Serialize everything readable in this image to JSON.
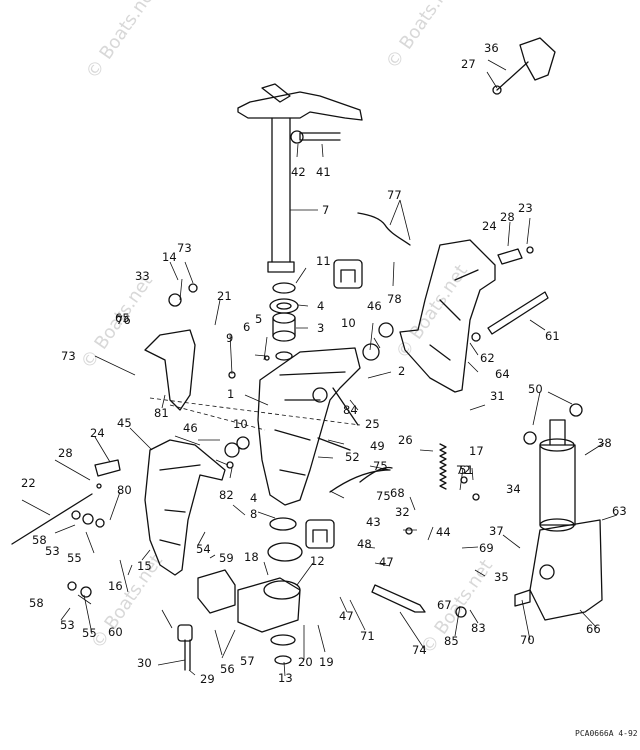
{
  "watermark": "© Boats.net",
  "drawing_code": "PCA0666A  4-92",
  "labels": [
    "1",
    "2",
    "3",
    "4",
    "4",
    "5",
    "6",
    "7",
    "8",
    "9",
    "10",
    "10",
    "11",
    "12",
    "13",
    "14",
    "15",
    "16",
    "17",
    "18",
    "19",
    "20",
    "21",
    "22",
    "23",
    "24",
    "24",
    "25",
    "26",
    "27",
    "28",
    "28",
    "29",
    "30",
    "31",
    "32",
    "33",
    "34",
    "35",
    "36",
    "37",
    "38",
    "41",
    "42",
    "43",
    "44",
    "45",
    "46",
    "46",
    "47",
    "47",
    "48",
    "49",
    "50",
    "51",
    "52",
    "53",
    "53",
    "54",
    "55",
    "55",
    "56",
    "57",
    "58",
    "58",
    "59",
    "60",
    "61",
    "62",
    "63",
    "64",
    "65",
    "66",
    "67",
    "68",
    "69",
    "70",
    "71",
    "72",
    "73",
    "73",
    "74",
    "75",
    "75",
    "76",
    "77",
    "78",
    "80",
    "81",
    "82",
    "83",
    "84",
    "85"
  ]
}
